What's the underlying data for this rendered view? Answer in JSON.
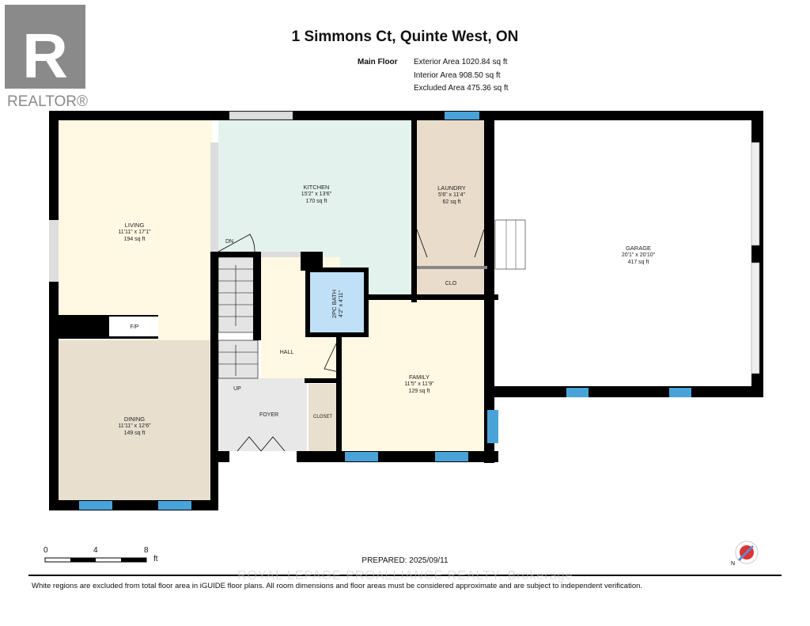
{
  "header": {
    "title": "1 Simmons Ct, Quinte West, ON",
    "floor": "Main Floor",
    "exterior_area": "Exterior Area 1020.84 sq ft",
    "interior_area": "Interior Area 908.50 sq ft",
    "excluded_area": "Excluded Area 475.36 sq ft"
  },
  "logo": {
    "text": "REALTOR®"
  },
  "rooms": [
    {
      "name": "LIVING",
      "dims": "11'11\" x 17'1\"",
      "area": "194 sq ft"
    },
    {
      "name": "KITCHEN",
      "dims": "15'2\" x 13'6\"",
      "area": "170 sq ft"
    },
    {
      "name": "LAUNDRY",
      "dims": "5'6\" x 11'4\"",
      "area": "62 sq ft"
    },
    {
      "name": "GARAGE",
      "dims": "20'1\" x 20'10\"",
      "area": "417 sq ft"
    },
    {
      "name": "DINING",
      "dims": "11'11\" x 12'6\"",
      "area": "149 sq ft"
    },
    {
      "name": "FAMILY",
      "dims": "11'5\" x 11'9\"",
      "area": "129 sq ft"
    },
    {
      "name": "2PC BATH",
      "dims": "4'2\" x 4'11\""
    }
  ],
  "labels": {
    "clo": "CLO",
    "fp": "F/P",
    "hall": "HALL",
    "foyer": "FOYER",
    "closet": "CLOSET",
    "dn": "DN",
    "up": "UP"
  },
  "colors": {
    "living": "#fff8e3",
    "dining": "#e8dfcf",
    "kitchen": "#e3f2ec",
    "laundry": "#e9dccb",
    "bath": "#bfe0f7",
    "foyer": "#e8e8e8",
    "window": "#4aa3d8",
    "wall": "#000000"
  },
  "scale": {
    "ticks": [
      "0",
      "4",
      "8"
    ],
    "unit": "ft"
  },
  "footer": {
    "prepared": "PREPARED: 2025/09/11",
    "watermark": "ROYAL LEPAGE PROALLIANCE REALTY, Brokerage",
    "disclaimer": "White regions are excluded from total floor area in iGUIDE floor plans. All room dimensions and floor areas must be considered approximate and are subject to independent verification."
  }
}
